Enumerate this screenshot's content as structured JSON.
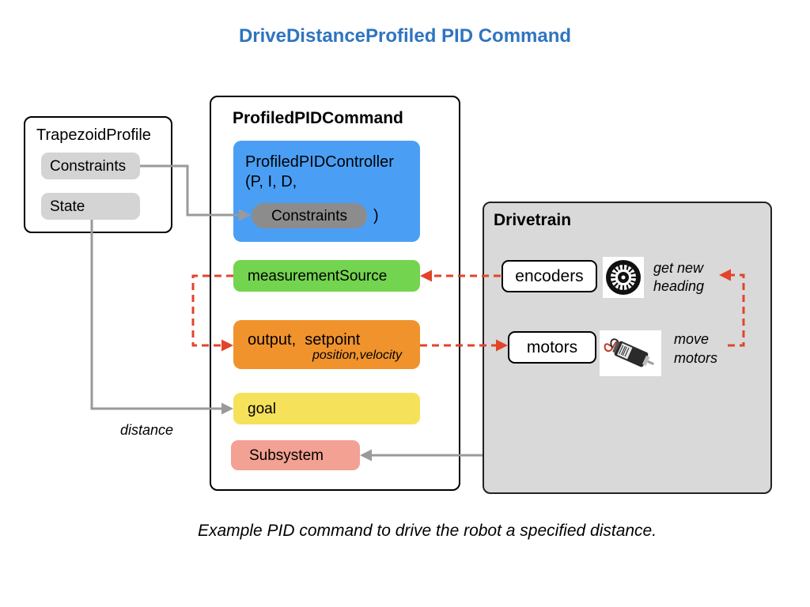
{
  "title": "DriveDistanceProfiled PID Command",
  "trapezoid": {
    "header": "TrapezoidProfile",
    "constraints": "Constraints",
    "state": "State"
  },
  "command": {
    "header": "ProfiledPIDCommand",
    "controller_line1": "ProfiledPIDController",
    "controller_line2": "(P, I, D,",
    "controller_constraints": "Constraints",
    "controller_close": ")",
    "measurement": "measurementSource",
    "output": "output,  setpoint",
    "output_sub": "position,velocity",
    "goal": "goal",
    "subsystem": "Subsystem"
  },
  "drivetrain": {
    "header": "Drivetrain",
    "encoders": "encoders",
    "motors": "motors",
    "encoder_note_1": "get new",
    "encoder_note_2": "heading",
    "motor_note_1": "move",
    "motor_note_2": "motors"
  },
  "distance_label": "distance",
  "caption": "Example PID command to drive the robot a specified distance.",
  "colors": {
    "title": "#2f74c0",
    "controller": "#4a9ff5",
    "measurement": "#73d44f",
    "output": "#f0932d",
    "goal": "#f6e15a",
    "subsystem": "#f2a192",
    "drivetrain_bg": "#d9d9d9",
    "pill_gray": "#d4d4d4",
    "pill_dark": "#8c8c8c",
    "wire_gray": "#9a9a9a",
    "wire_red": "#e2442a"
  },
  "icons": {
    "encoder": "encoder-disc-icon",
    "motor": "dc-motor-icon"
  }
}
